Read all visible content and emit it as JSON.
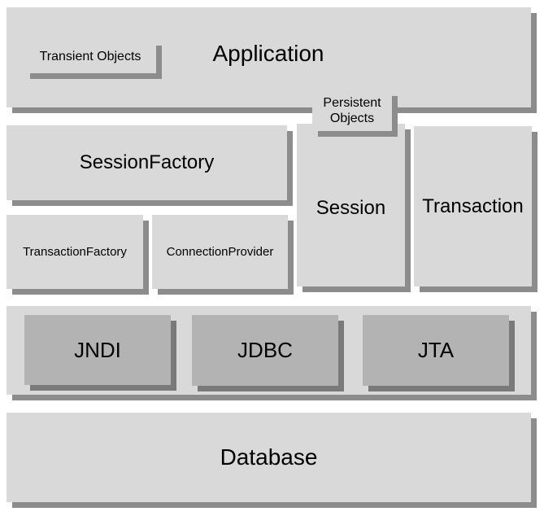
{
  "application": {
    "title": "Application",
    "transient_objects": "Transient Objects",
    "persistent_objects": "Persistent Objects"
  },
  "session_factory": "SessionFactory",
  "transaction_factory": "TransactionFactory",
  "connection_provider": "ConnectionProvider",
  "session": "Session",
  "transaction": "Transaction",
  "integration": {
    "jndi": "JNDI",
    "jdbc": "JDBC",
    "jta": "JTA"
  },
  "database": "Database"
}
